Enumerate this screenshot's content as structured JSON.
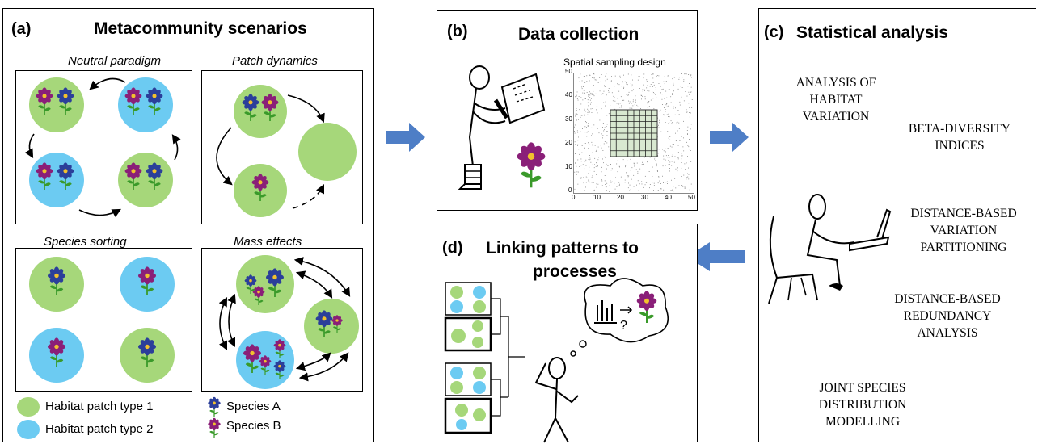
{
  "panel_a": {
    "letter": "(a)",
    "title": "Metacommunity scenarios",
    "scenarios": [
      "Neutral paradigm",
      "Patch dynamics",
      "Species sorting",
      "Mass effects"
    ],
    "legend": {
      "patch1": "Habitat patch type 1",
      "patch2": "Habitat patch type 2",
      "speciesA": "Species A",
      "speciesB": "Species B"
    }
  },
  "panel_b": {
    "letter": "(b)",
    "title": "Data collection",
    "plot_title": "Spatial sampling design",
    "y_ticks": [
      "50",
      "40",
      "30",
      "20",
      "10",
      "0"
    ],
    "x_ticks": [
      "0",
      "10",
      "20",
      "30",
      "40",
      "50"
    ]
  },
  "panel_c": {
    "letter": "(c)",
    "title": "Statistical analysis",
    "methods": [
      [
        "ANALYSIS OF",
        "HABITAT",
        "VARIATION"
      ],
      [
        "BETA-DIVERSITY",
        "INDICES"
      ],
      [
        "DISTANCE-BASED",
        "VARIATION",
        "PARTITIONING"
      ],
      [
        "DISTANCE-BASED",
        "REDUNDANCY",
        "ANALYSIS"
      ],
      [
        "JOINT SPECIES",
        "DISTRIBUTION",
        "MODELLING"
      ]
    ]
  },
  "panel_d": {
    "letter": "(d)",
    "title_line1": "Linking patterns to",
    "title_line2": "processes"
  },
  "colors": {
    "patch1": "#a6d77a",
    "patch2": "#6ccbf2",
    "arrow": "#4e7ec6",
    "petalA": "#2b3f9a",
    "petalB": "#8a1f78",
    "center": "#f2c12e",
    "stem": "#3a9a2a"
  }
}
